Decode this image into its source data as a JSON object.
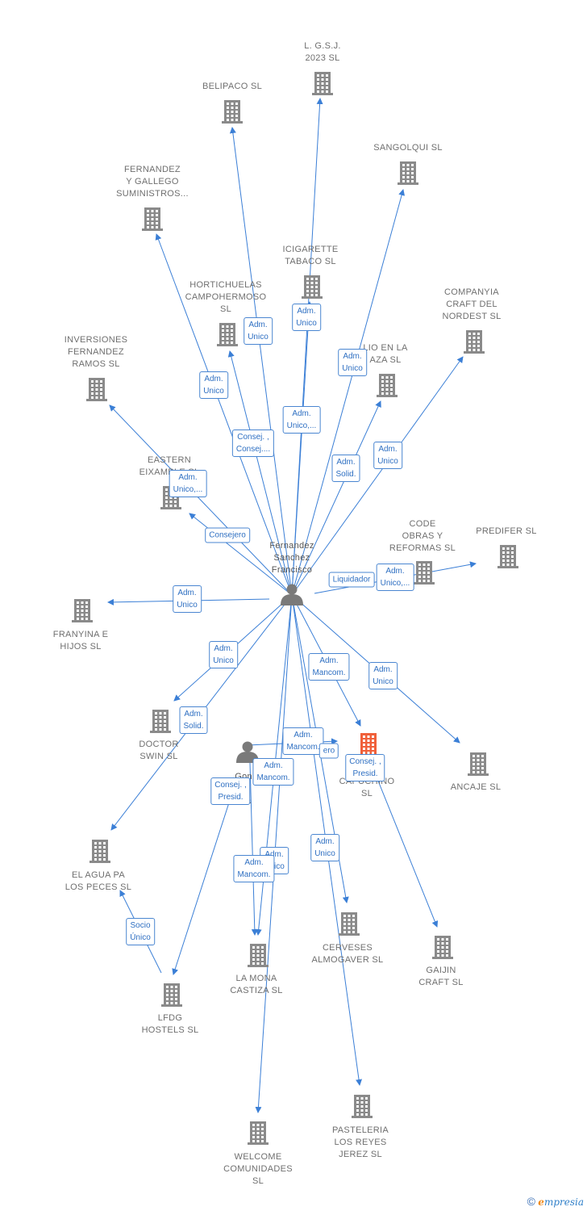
{
  "colors": {
    "edge": "#3b7fd6",
    "company": "#8a8a8a",
    "highlight": "#f0603a",
    "person": "#7a7a7a",
    "label": "#6f6f6f"
  },
  "persons": [
    {
      "id": "p1",
      "lines": [
        "Fernandez",
        "Sanchez",
        "Francisco"
      ],
      "icon": "person-icon"
    },
    {
      "id": "p2",
      "lines": [
        "Gonz",
        "a",
        "na"
      ],
      "icon": "person-icon"
    }
  ],
  "companies": [
    {
      "id": "lgsj",
      "lines": [
        "L. G.S.J.",
        "2023  SL"
      ]
    },
    {
      "id": "belipaco",
      "lines": [
        "BELIPACO  SL"
      ]
    },
    {
      "id": "sangolqui",
      "lines": [
        "SANGOLQUI SL"
      ]
    },
    {
      "id": "fernandez_gallego",
      "lines": [
        "FERNANDEZ",
        "Y GALLEGO",
        "SUMINISTROS..."
      ]
    },
    {
      "id": "icigarette",
      "lines": [
        "ICIGARETTE",
        "TABACO SL"
      ]
    },
    {
      "id": "hortichuelas",
      "lines": [
        "HORTICHUELAS",
        "CAMPOHERMOSO",
        "SL"
      ]
    },
    {
      "id": "companyia",
      "lines": [
        "COMPANYIA",
        "CRAFT DEL",
        "NORDEST  SL"
      ]
    },
    {
      "id": "plaza",
      "lines": [
        "LIO EN LA",
        "AZA  SL"
      ]
    },
    {
      "id": "inversiones",
      "lines": [
        "INVERSIONES",
        "FERNANDEZ",
        "RAMOS  SL"
      ]
    },
    {
      "id": "eastern",
      "lines": [
        "EASTERN",
        "EIXAMPLE  SL"
      ]
    },
    {
      "id": "code",
      "lines": [
        "CODE",
        "OBRAS Y",
        "REFORMAS  SL"
      ]
    },
    {
      "id": "predifer",
      "lines": [
        "PREDIFER  SL"
      ]
    },
    {
      "id": "franyina",
      "lines": [
        "FRANYINA E",
        "HIJOS  SL"
      ]
    },
    {
      "id": "doctor",
      "lines": [
        "DOCTOR",
        "SWIN SL"
      ]
    },
    {
      "id": "capuchino",
      "lines": [
        "CAPUCHINO",
        "SL"
      ],
      "highlight": true
    },
    {
      "id": "ancaje",
      "lines": [
        "ANCAJE SL"
      ]
    },
    {
      "id": "agua",
      "lines": [
        "EL AGUA PA",
        "LOS PECES  SL"
      ]
    },
    {
      "id": "lamona",
      "lines": [
        "LA MONA",
        "CASTIZA  SL"
      ]
    },
    {
      "id": "cerveses",
      "lines": [
        "CERVESES",
        "ALMOGAVER SL"
      ]
    },
    {
      "id": "gaijin",
      "lines": [
        "GAIJIN",
        "CRAFT  SL"
      ]
    },
    {
      "id": "lfdg",
      "lines": [
        "LFDG",
        "HOSTELS  SL"
      ]
    },
    {
      "id": "pasteleria",
      "lines": [
        "PASTELERIA",
        "LOS REYES",
        "JEREZ SL"
      ]
    },
    {
      "id": "welcome",
      "lines": [
        "WELCOME",
        "COMUNIDADES",
        "SL"
      ]
    }
  ],
  "relations": [
    {
      "id": "r1",
      "lines": [
        "Adm.",
        "Unico"
      ]
    },
    {
      "id": "r2",
      "lines": [
        "Adm.",
        "Unico"
      ]
    },
    {
      "id": "r3",
      "lines": [
        "Adm.",
        "Unico"
      ]
    },
    {
      "id": "r4",
      "lines": [
        "Adm.",
        "Unico"
      ]
    },
    {
      "id": "r5",
      "lines": [
        "Adm.",
        "Unico,..."
      ]
    },
    {
      "id": "r6",
      "lines": [
        "Consej. ,",
        "Consej...."
      ]
    },
    {
      "id": "r7",
      "lines": [
        "Adm.",
        "Solid."
      ]
    },
    {
      "id": "r8",
      "lines": [
        "Adm.",
        "Unico"
      ]
    },
    {
      "id": "r9",
      "lines": [
        "Adm.",
        "Unico,..."
      ]
    },
    {
      "id": "r10",
      "lines": [
        "Consejero"
      ]
    },
    {
      "id": "r11",
      "lines": [
        "Liquidador"
      ]
    },
    {
      "id": "r12",
      "lines": [
        "Adm.",
        "Unico,..."
      ]
    },
    {
      "id": "r13",
      "lines": [
        "Adm.",
        "Unico"
      ]
    },
    {
      "id": "r14",
      "lines": [
        "Adm.",
        "Unico"
      ]
    },
    {
      "id": "r15",
      "lines": [
        "Adm.",
        "Mancom."
      ]
    },
    {
      "id": "r16",
      "lines": [
        "Adm.",
        "Unico"
      ]
    },
    {
      "id": "r17",
      "lines": [
        "Adm.",
        "Solid."
      ]
    },
    {
      "id": "r18",
      "lines": [
        "Adm.",
        "Mancom."
      ]
    },
    {
      "id": "r19",
      "lines": [
        "ero"
      ]
    },
    {
      "id": "r20",
      "lines": [
        "Consej. ,",
        "Presid."
      ]
    },
    {
      "id": "r21",
      "lines": [
        "Adm.",
        "Mancom."
      ]
    },
    {
      "id": "r22",
      "lines": [
        "Consej. ,",
        "Presid."
      ]
    },
    {
      "id": "r23",
      "lines": [
        "Adm.",
        "Unico"
      ]
    },
    {
      "id": "r24",
      "lines": [
        "Adm.",
        "Mancom."
      ]
    },
    {
      "id": "r25",
      "lines": [
        "Adm.",
        "Unico"
      ]
    },
    {
      "id": "r26",
      "lines": [
        "Socio",
        "Único"
      ]
    }
  ],
  "footer": {
    "copyright": "©",
    "brand_initial": "e",
    "brand_rest": "mpresia"
  }
}
